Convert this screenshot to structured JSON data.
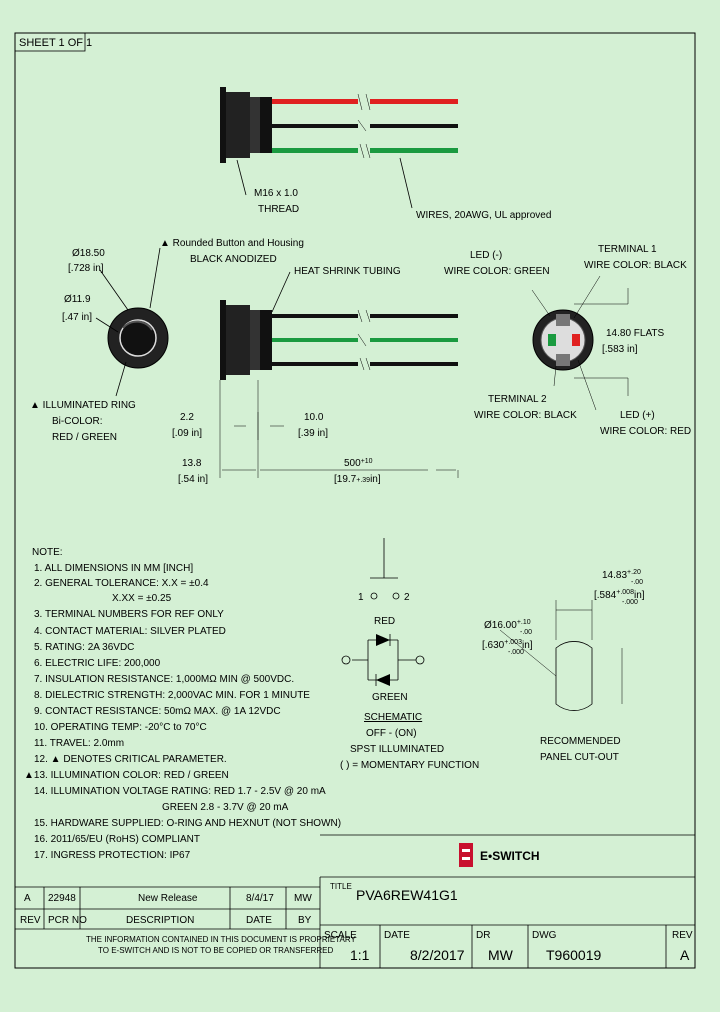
{
  "sheet": "SHEET 1 OF 1",
  "views": {
    "side_top": {
      "thread_label": "M16 x 1.0",
      "thread_label2": "THREAD",
      "wires_label": "WIRES, 20AWG, UL approved"
    },
    "front": {
      "outer_dia": "Ø18.50",
      "outer_dia_in": "[.728 in]",
      "inner_dia": "Ø11.9",
      "inner_dia_in": "[.47 in]",
      "button_label1": "▲ Rounded Button and Housing",
      "button_label2": "BLACK ANODIZED",
      "ring_label1": "▲ ILLUMINATED RING",
      "ring_label2": "Bi-COLOR:",
      "ring_label3": "RED / GREEN"
    },
    "side_bottom": {
      "heat_shrink": "HEAT SHRINK TUBING",
      "dim_a": "2.2",
      "dim_a_in": "[.09 in]",
      "dim_b": "10.0",
      "dim_b_in": "[.39 in]",
      "dim_c": "13.8",
      "dim_c_in": "[.54 in]",
      "dim_d": "500",
      "dim_d_tol": "+10",
      "dim_d_in": "[19.7",
      "dim_d_in_tol": "+.39",
      "dim_d_in_end": "in]"
    },
    "rear": {
      "led_minus1": "LED (-)",
      "led_minus2": "WIRE COLOR: GREEN",
      "term1_1": "TERMINAL 1",
      "term1_2": "WIRE COLOR: BLACK",
      "flats": "14.80  FLATS",
      "flats_in": "[.583 in]",
      "term2_1": "TERMINAL 2",
      "term2_2": "WIRE COLOR: BLACK",
      "led_plus1": "LED (+)",
      "led_plus2": "WIRE COLOR: RED"
    },
    "schematic": {
      "t1": "1",
      "t2": "2",
      "red": "RED",
      "green": "GREEN",
      "title": "SCHEMATIC",
      "l1": "OFF - (ON)",
      "l2": "SPST ILLUMINATED",
      "l3": "( ) = MOMENTARY FUNCTION"
    },
    "cutout": {
      "w": "14.83",
      "w_tol_plus": "+.20",
      "w_tol_minus": "-.00",
      "w_in": "[.584",
      "w_in_tol_plus": "+.008",
      "w_in_tol_minus": "-.000",
      "w_in_end": "in]",
      "d": "Ø16.00",
      "d_tol_plus": "+.10",
      "d_tol_minus": "-.00",
      "d_in": "[.630",
      "d_in_tol_plus": "+.003",
      "d_in_tol_minus": "-.000",
      "d_in_end": "in]",
      "label1": "RECOMMENDED",
      "label2": "PANEL CUT-OUT"
    }
  },
  "notes": {
    "title": "NOTE:",
    "items": [
      "1. ALL DIMENSIONS IN MM [INCH]",
      "2. GENERAL TOLERANCE: X.X = ±0.4",
      "X.XX = ±0.25",
      "3. TERMINAL NUMBERS FOR REF ONLY",
      "4. CONTACT MATERIAL: SILVER PLATED",
      "5. RATING: 2A 36VDC",
      "6. ELECTRIC LIFE: 200,000",
      "7. INSULATION RESISTANCE: 1,000MΩ MIN @ 500VDC.",
      "8. DIELECTRIC STRENGTH: 2,000VAC MIN. FOR 1 MINUTE",
      "9. CONTACT RESISTANCE: 50mΩ MAX. @ 1A 12VDC",
      "10. OPERATING TEMP: -20°C to 70°C",
      "11. TRAVEL: 2.0mm",
      "12. ▲ DENOTES CRITICAL PARAMETER.",
      "▲13. ILLUMINATION COLOR: RED / GREEN",
      "14. ILLUMINATION VOLTAGE RATING: RED 1.7 - 2.5V @ 20 mA",
      "GREEN 2.8 - 3.7V @ 20 mA",
      "15. HARDWARE SUPPLIED: O-RING AND HEXNUT (NOT SHOWN)",
      "16. 2011/65/EU (RoHS) COMPLIANT",
      "17. INGRESS PROTECTION: IP67"
    ]
  },
  "logo_text": "E•SWITCH",
  "revision_block": {
    "row": {
      "rev": "A",
      "pcr": "22948",
      "desc": "New Release",
      "date": "8/4/17",
      "by": "MW"
    },
    "headers": {
      "rev": "REV",
      "pcr": "PCR NO",
      "desc": "DESCRIPTION",
      "date": "DATE",
      "by": "BY"
    },
    "disclaimer1": "THE INFORMATION CONTAINED IN THIS DOCUMENT IS PROPRIETARY",
    "disclaimer2": "TO E-SWITCH AND IS NOT TO BE COPIED OR TRANSFERRED"
  },
  "title_block": {
    "title_label": "TITLE",
    "title": "PVA6REW41G1",
    "scale_label": "SCALE",
    "scale": "1:1",
    "date_label": "DATE",
    "date": "8/2/2017",
    "dr_label": "DR",
    "dr": "MW",
    "dwg_label": "DWG",
    "dwg": "T960019",
    "rev_label": "REV",
    "rev": "A"
  }
}
